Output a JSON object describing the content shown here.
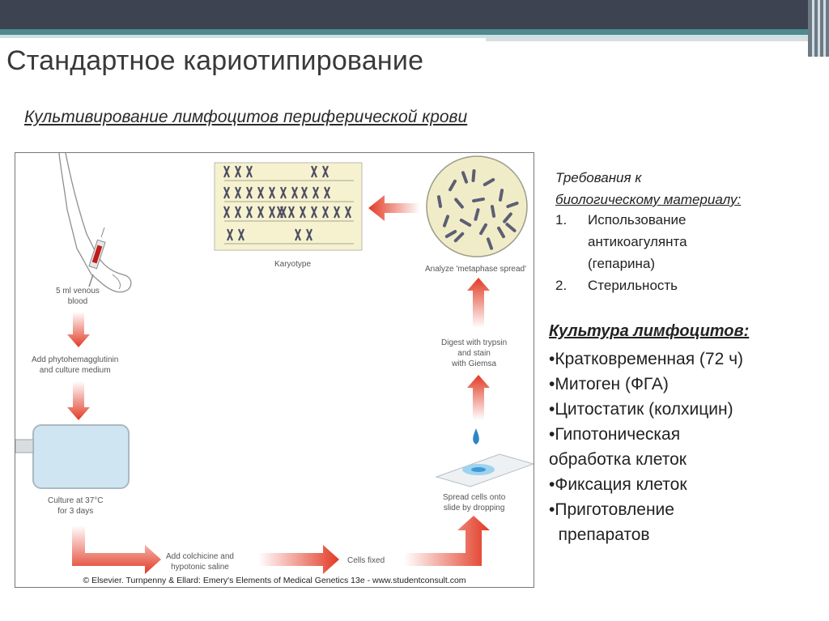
{
  "slide": {
    "title": "Стандартное кариотипирование",
    "subtitle": "Культивирование лимфоцитов периферической крови"
  },
  "figure": {
    "labels": {
      "venous_blood": "5 ml venous\nblood",
      "add_pha": "Add phytohemagglutinin\nand culture medium",
      "culture": "Culture at 37°C\nfor 3 days",
      "colchicine": "Add colchicine and\nhypotonic saline",
      "cells_fixed": "Cells fixed",
      "spread": "Spread cells onto\nslide by dropping",
      "digest": "Digest with trypsin\nand stain\nwith Giemsa",
      "analyze": "Analyze 'metaphase spread'",
      "karyotype": "Karyotype"
    },
    "credit": "© Elsevier. Turnpenny & Ellard: Emery's Elements of Medical Genetics 13e - www.studentconsult.com",
    "colors": {
      "arrow": "#e23a24",
      "flask": "#cfe6f2",
      "board": "#f6f2d0",
      "spread_bg": "#f1ecc8"
    }
  },
  "requirements": {
    "heading_line1": "Требования к",
    "heading_line2": "биологическому материалу:",
    "item1_num": "1.",
    "item1_line1": "Использование",
    "item1_line2": "антикоагулянта",
    "item1_line3": "(гепарина)",
    "item2_num": "2.",
    "item2_line1": "Стерильность"
  },
  "culture": {
    "heading": "Культура лимфоцитов:",
    "items": [
      "•Кратковременная (72 ч)",
      "•Митоген (ФГА)",
      "•Цитостатик (колхицин)",
      "•Гипотоническая",
      "обработка клеток",
      "•Фиксация клеток",
      "•Приготовление",
      "  препаратов"
    ]
  }
}
